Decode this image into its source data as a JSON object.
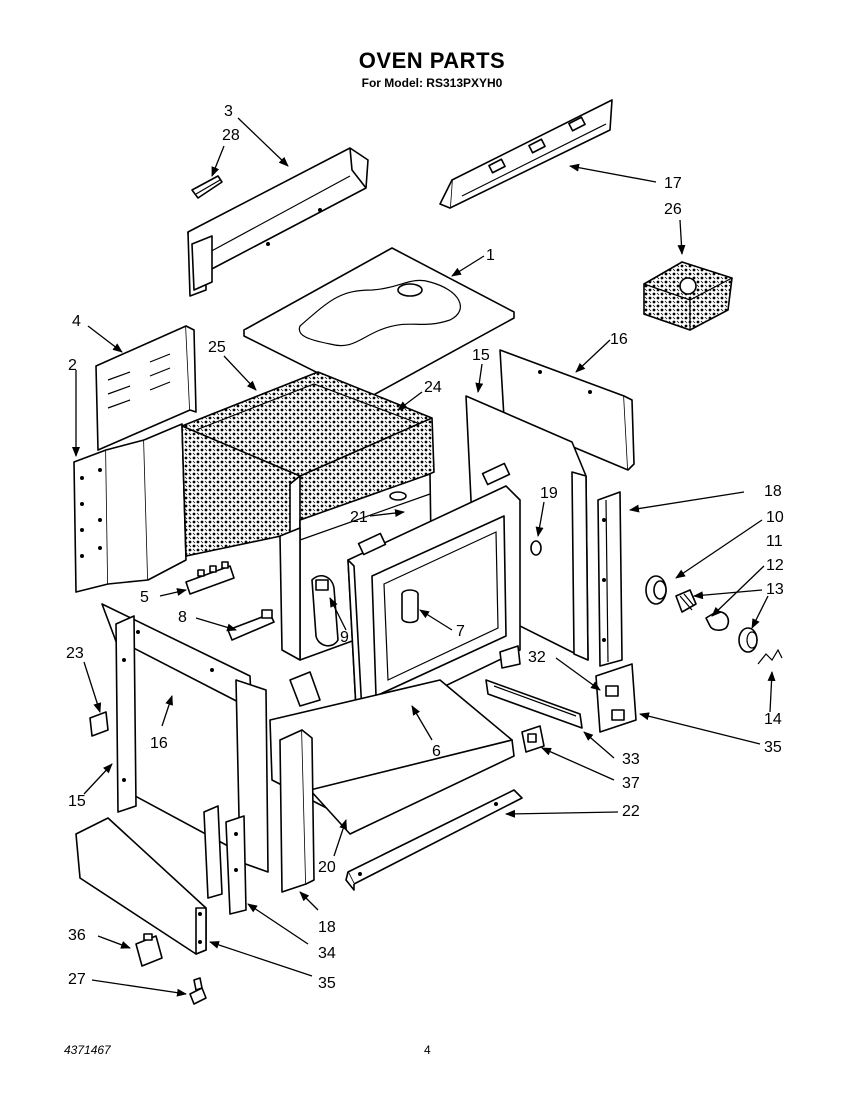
{
  "title": "OVEN PARTS",
  "subtitle": "For Model: RS313PXYH0",
  "footer": {
    "doc_number": "4371467",
    "page_number": "4"
  },
  "callouts": {
    "c1": "1",
    "c2": "2",
    "c3": "3",
    "c4": "4",
    "c5": "5",
    "c6": "6",
    "c7": "7",
    "c8": "8",
    "c9": "9",
    "c10": "10",
    "c11": "11",
    "c12": "12",
    "c13": "13",
    "c14": "14",
    "c15a": "15",
    "c15b": "15",
    "c16a": "16",
    "c16b": "16",
    "c17": "17",
    "c18a": "18",
    "c18b": "18",
    "c19": "19",
    "c20": "20",
    "c21": "21",
    "c22": "22",
    "c23": "23",
    "c24": "24",
    "c25": "25",
    "c26": "26",
    "c27": "27",
    "c28": "28",
    "c32": "32",
    "c33": "33",
    "c34": "34",
    "c35a": "35",
    "c35b": "35",
    "c36": "36",
    "c37": "37"
  }
}
